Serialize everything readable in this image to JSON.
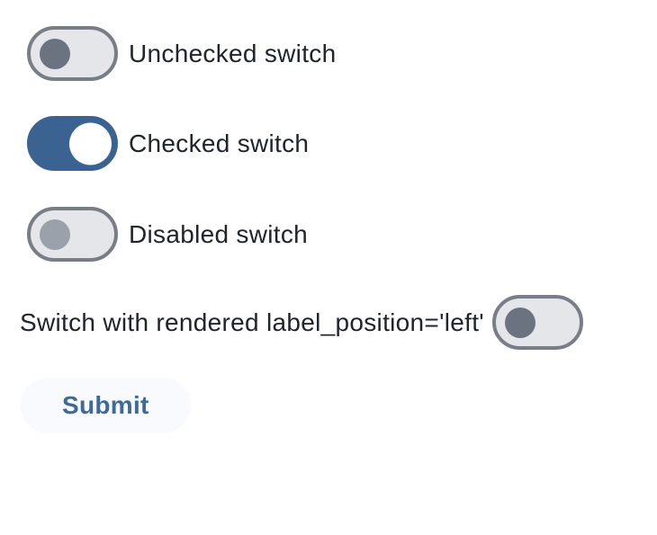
{
  "switches": [
    {
      "label": "Unchecked switch",
      "state": "unchecked",
      "label_position": "right"
    },
    {
      "label": "Checked switch",
      "state": "checked",
      "label_position": "right"
    },
    {
      "label": "Disabled switch",
      "state": "disabled",
      "label_position": "right"
    },
    {
      "label": "Switch with rendered label_position='left'",
      "state": "unchecked",
      "label_position": "left"
    }
  ],
  "button": {
    "label": "Submit"
  },
  "colors": {
    "accent_blue": "#3a6391",
    "track_off": "#e4e6ea",
    "track_border": "#787d87",
    "knob_off": "#6b7280",
    "knob_disabled": "#9aa1aa",
    "knob_on": "#ffffff",
    "text": "#20242e",
    "button_bg": "#f8fafd",
    "button_text": "#3d6a9a",
    "page_bg": "#ffffff"
  }
}
